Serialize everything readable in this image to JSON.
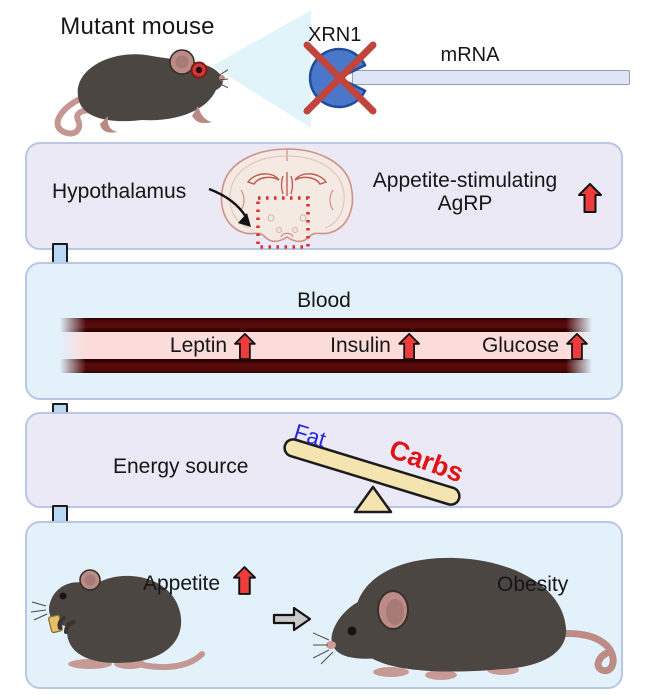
{
  "header": {
    "mutant_mouse_label": "Mutant mouse",
    "xrn1_label": "XRN1",
    "mrna_label": "mRNA"
  },
  "hypothalamus_panel": {
    "label": "Hypothalamus",
    "agrp_line1": "Appetite-stimulating",
    "agrp_line2": "AgRP"
  },
  "blood_panel": {
    "title": "Blood",
    "items": [
      {
        "label": "Leptin",
        "trend": "up"
      },
      {
        "label": "Insulin",
        "trend": "up"
      },
      {
        "label": "Glucose",
        "trend": "up"
      }
    ]
  },
  "energy_panel": {
    "label": "Energy source",
    "up_item": "Fat",
    "down_item": "Carbs"
  },
  "outcome_panel": {
    "appetite_label": "Appetite",
    "appetite_trend": "up",
    "obesity_label": "Obesity"
  },
  "colors": {
    "panel_lavender": "#ebe9f6",
    "panel_blue": "#e3f1fa",
    "panel_border": "#b9c6e4",
    "up_arrow_red": "#ee3b3b",
    "flow_arrow_blue": "#b8d9f1",
    "vessel_wall": "#4a0606",
    "vessel_lumen": "#fcdbdb",
    "fat_text_blue": "#2424e0",
    "carbs_text_red": "#e01414",
    "seesaw_cream": "#f4e5b0",
    "xrn1_enzyme_blue": "#4a77c9",
    "cross_out_red": "#c0453c",
    "mrna_bar": "#dde5f6",
    "view_cone_cyan": "#e0f4fa",
    "transition_arrow_gray": "#c9c9c9",
    "mouse_body": "#4c4643",
    "brain_outline_pink": "#cf9289",
    "hypothalamus_box_red": "#d8302a"
  }
}
